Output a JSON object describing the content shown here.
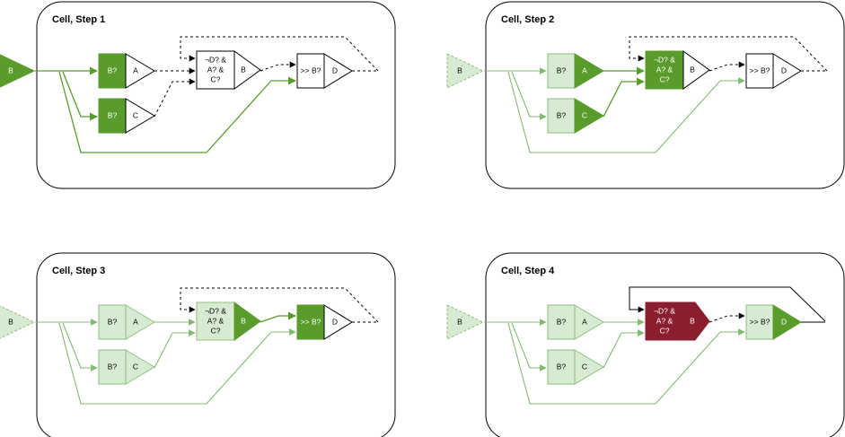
{
  "colors": {
    "active": "#5a9c2b",
    "faded": "#d7ebd2",
    "faded_stroke": "#8fbe84",
    "faded_wire": "#82b973",
    "white": "#ffffff",
    "fire": "#8a1d2e",
    "dark": "#000000"
  },
  "labels": {
    "input": "B",
    "gate_b": "B?",
    "out_a": "A",
    "out_c": "C",
    "and_line1": "¬D? &",
    "and_line2": "A? &",
    "and_line3": "C?",
    "and_out": "B",
    "seq_in": ">> B?",
    "seq_out": "D"
  },
  "panels": [
    {
      "title": "Cell, Step 1",
      "state": {
        "input": "active",
        "gateA": "active",
        "outA": "white",
        "gateC": "active",
        "outC": "white",
        "andIn": "white",
        "andOut": "white",
        "seqIn": "white",
        "seqOut": "white",
        "wireIn": "active",
        "wireA": "dash",
        "wireC": "dash",
        "wireAnd": "dash",
        "wireBypass": "active",
        "loop": "dash"
      }
    },
    {
      "title": "Cell, Step 2",
      "state": {
        "input": "faded",
        "gateA": "faded",
        "outA": "active",
        "gateC": "faded",
        "outC": "active",
        "andIn": "active",
        "andOut": "white",
        "seqIn": "white",
        "seqOut": "white",
        "wireIn": "faded",
        "wireA": "active",
        "wireC": "active",
        "wireAnd": "dash",
        "wireBypass": "faded",
        "loop": "dash"
      }
    },
    {
      "title": "Cell, Step 3",
      "state": {
        "input": "faded",
        "gateA": "faded",
        "outA": "faded",
        "gateC": "faded",
        "outC": "faded",
        "andIn": "faded",
        "andOut": "active",
        "seqIn": "active",
        "seqOut": "white",
        "wireIn": "faded",
        "wireA": "faded",
        "wireC": "faded",
        "wireAnd": "active",
        "wireBypass": "faded",
        "loop": "dash"
      }
    },
    {
      "title": "Cell, Step 4",
      "state": {
        "input": "faded",
        "gateA": "faded",
        "outA": "faded",
        "gateC": "faded",
        "outC": "faded",
        "andIn": "fire",
        "andOut": "fire",
        "seqIn": "faded",
        "seqOut": "active",
        "wireIn": "faded",
        "wireA": "faded",
        "wireC": "faded",
        "wireAnd": "dash",
        "wireBypass": "faded",
        "loop": "solid"
      }
    }
  ]
}
